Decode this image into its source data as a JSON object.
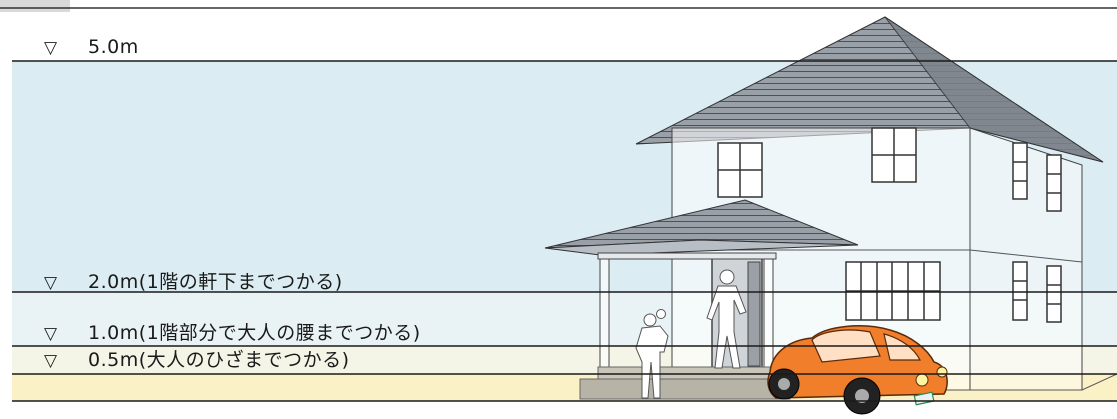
{
  "levels": [
    {
      "id": "5.0",
      "marker": "▽",
      "text": "5.0m"
    },
    {
      "id": "2.0",
      "marker": "▽",
      "text": "2.0m(1階の軒下までつかる)"
    },
    {
      "id": "1.0",
      "marker": "▽",
      "text": "1.0m(1階部分で大人の腰までつかる)"
    },
    {
      "id": "0.5",
      "marker": "▽",
      "text": "0.5m(大人のひざまでつかる)"
    }
  ],
  "colors": {
    "band_5_to_2": "#dcecf3",
    "band_2_to_1": "#e9f3f5",
    "band_1_to_05": "#f4f5e6",
    "band_05_to_0": "#fbf1c6",
    "roof": "#8e949c",
    "wall": "#ffffff",
    "car": "#f07e2b",
    "line": "#1a1a1a"
  }
}
